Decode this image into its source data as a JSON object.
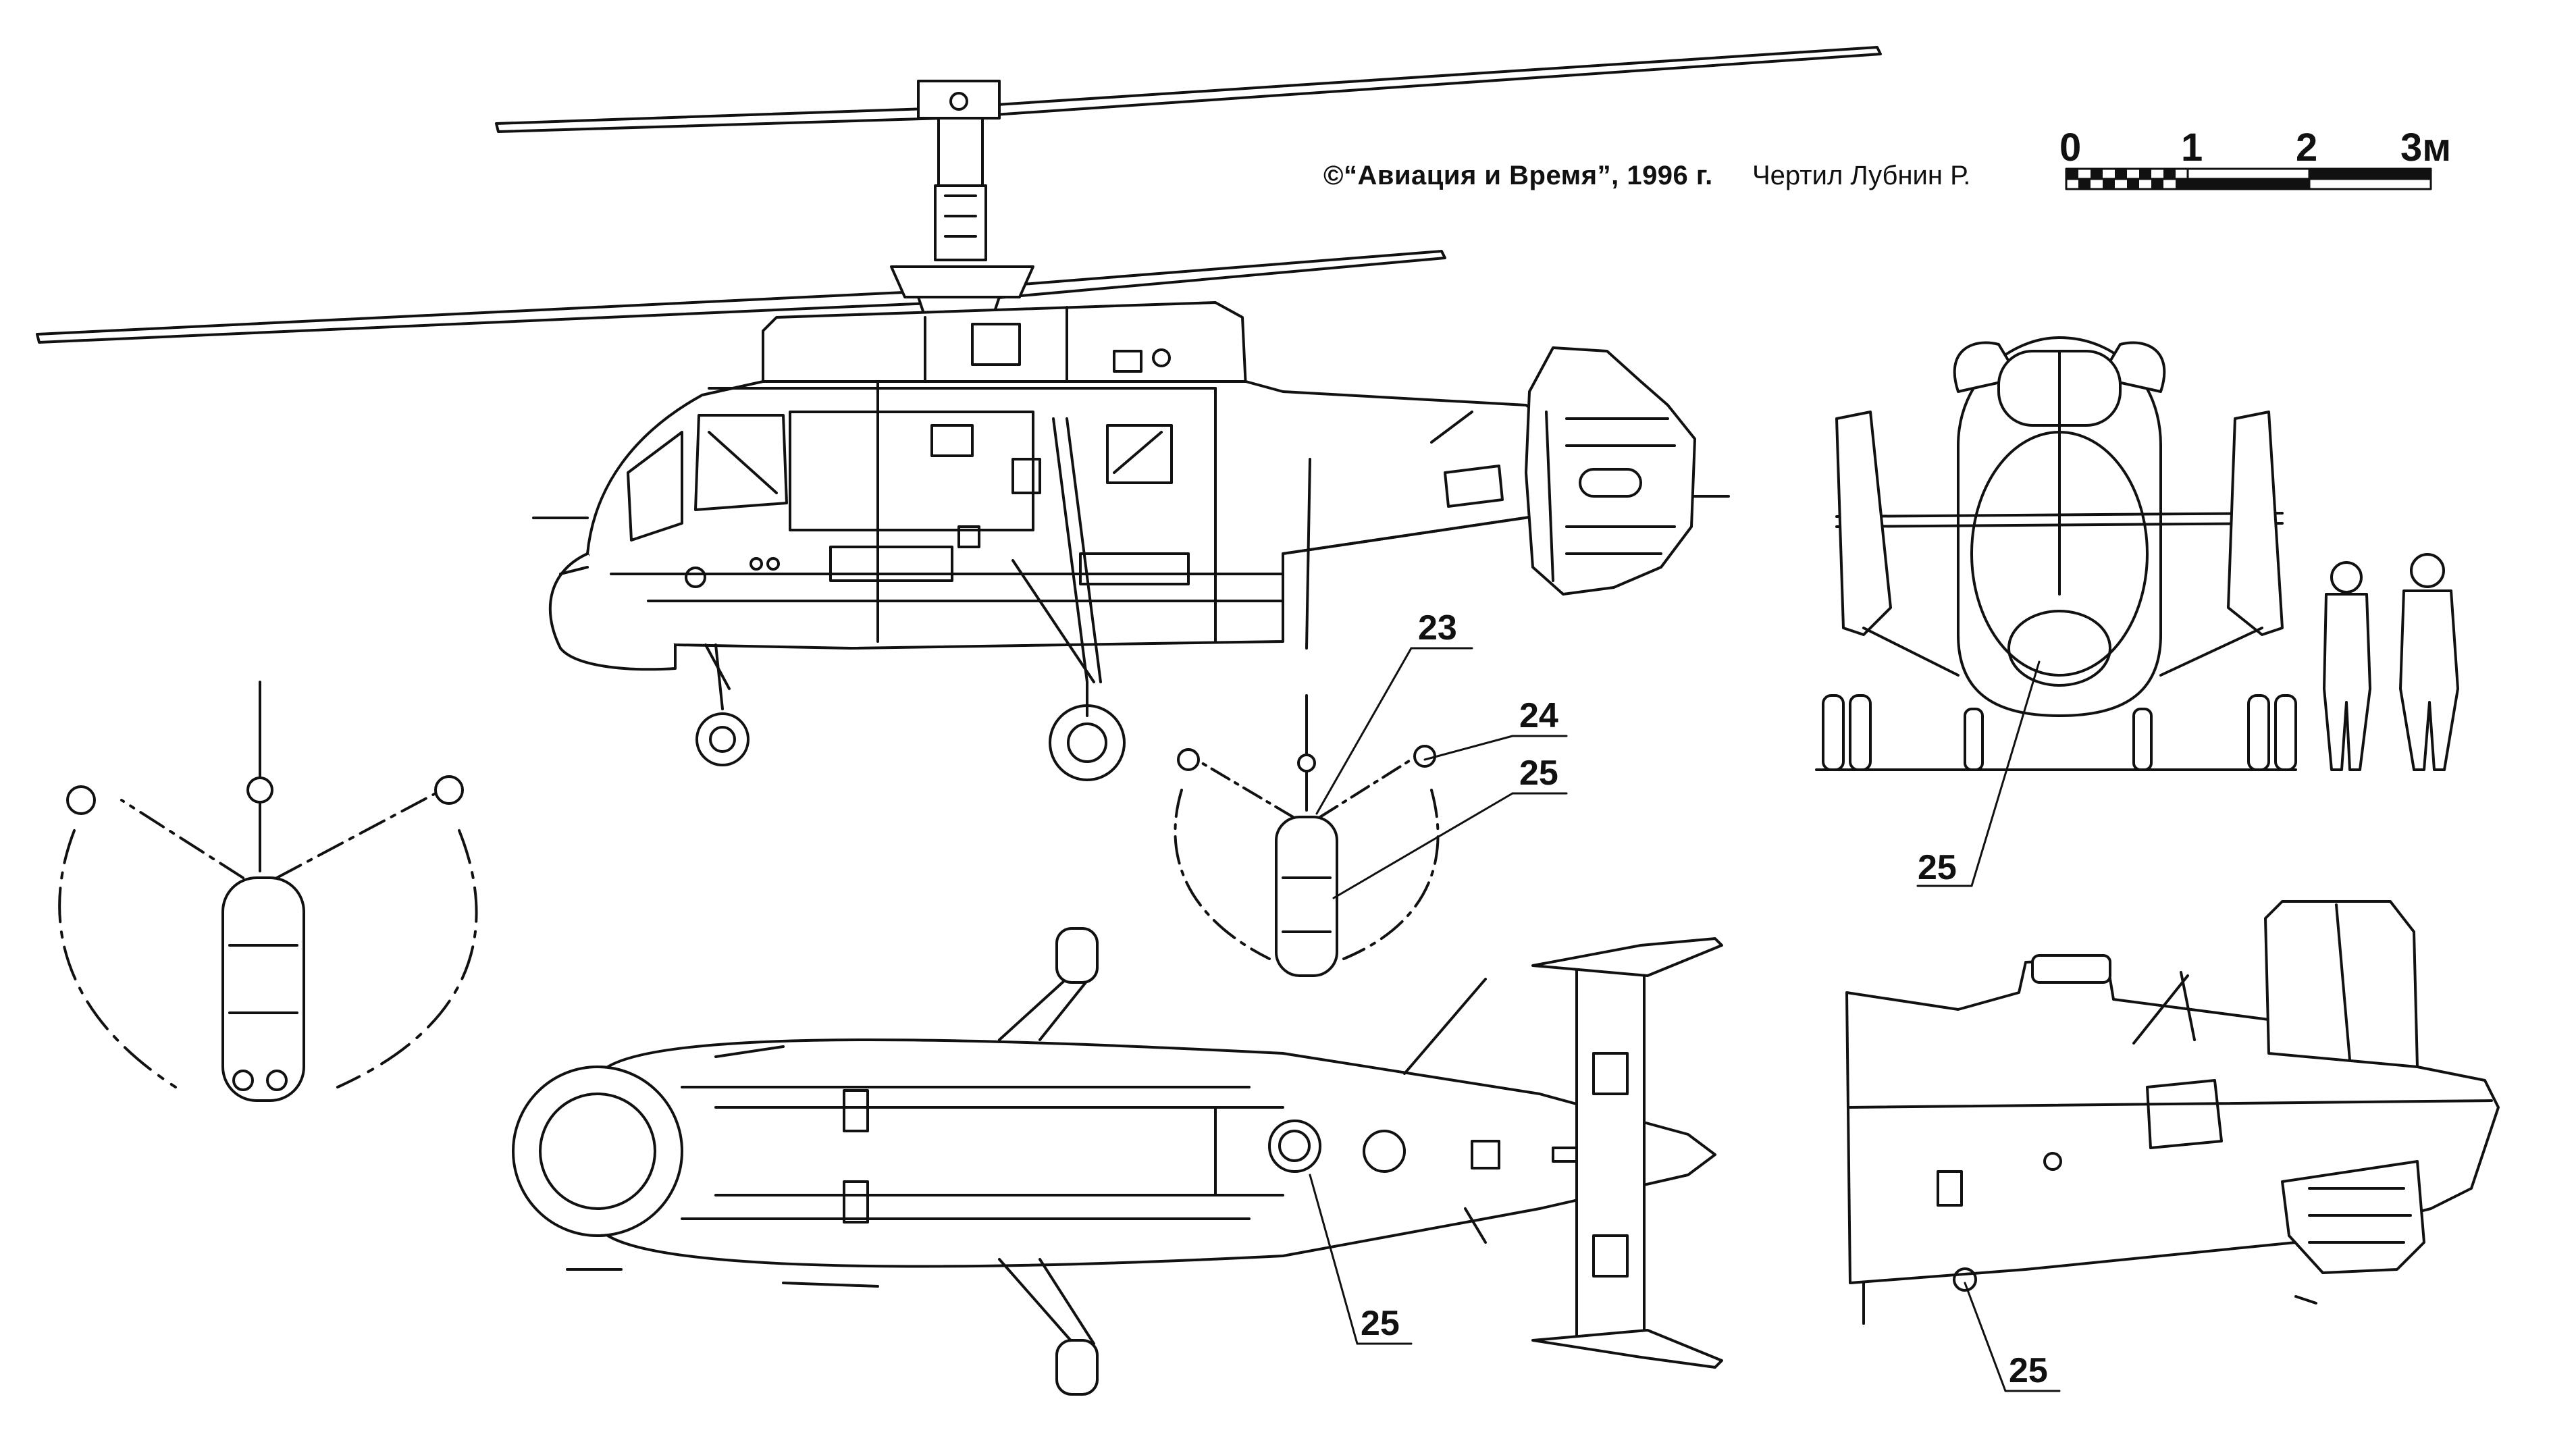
{
  "credits": {
    "copyright": "©“Авиация и Время”, 1996 г.",
    "author": "Чертил  Лубнин Р."
  },
  "scale_bar": {
    "labels": [
      "0",
      "1",
      "2",
      "3м"
    ]
  },
  "callouts": {
    "c23": "23",
    "c24": "24",
    "c25_a": "25",
    "c25_b": "25",
    "c25_c": "25",
    "c25_d": "25"
  }
}
